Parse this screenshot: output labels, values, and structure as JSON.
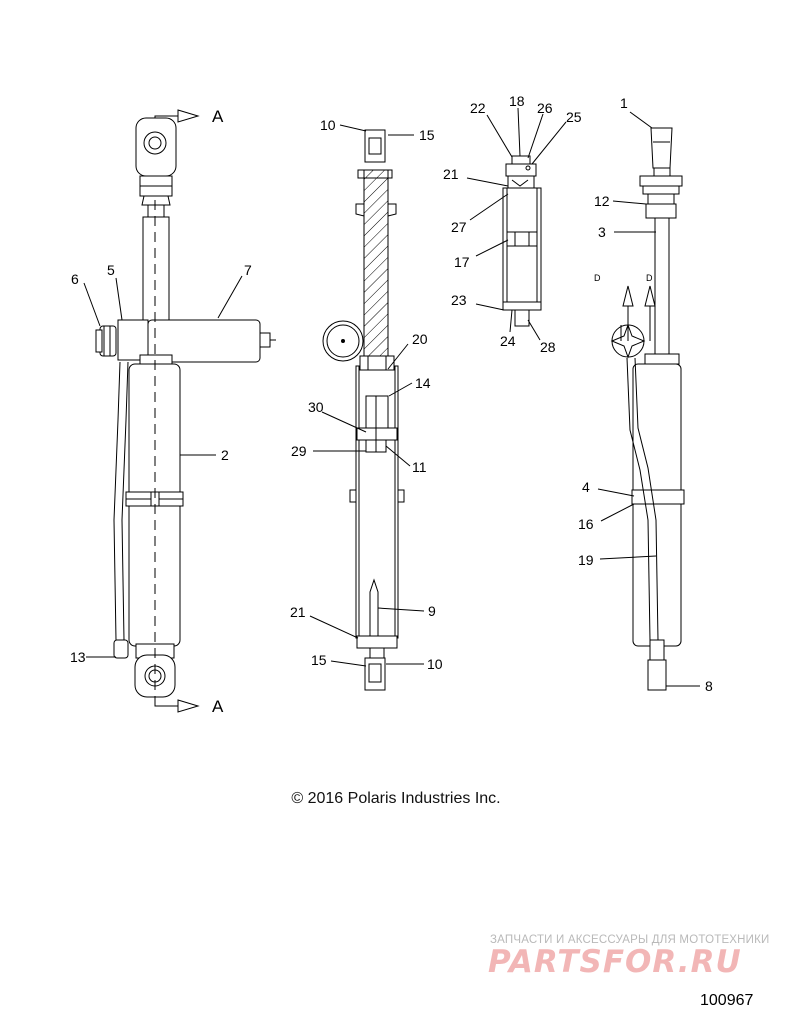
{
  "callouts": {
    "n1": "1",
    "n2": "2",
    "n3": "3",
    "n4": "4",
    "n5": "5",
    "n6": "6",
    "n7": "7",
    "n8": "8",
    "n9": "9",
    "n10a": "10",
    "n10b": "10",
    "n11": "11",
    "n12": "12",
    "n13": "13",
    "n14": "14",
    "n15a": "15",
    "n15b": "15",
    "n16": "16",
    "n17": "17",
    "n18": "18",
    "n19": "19",
    "n20": "20",
    "n21a": "21",
    "n21b": "21",
    "n22": "22",
    "n23": "23",
    "n24": "24",
    "n25": "25",
    "n26": "26",
    "n27": "27",
    "n28": "28",
    "n29": "29",
    "n30": "30"
  },
  "section_marks": {
    "a_top": "A",
    "a_bottom": "A",
    "d_left": "D",
    "d_right": "D"
  },
  "footer": {
    "copyright": "© 2016 Polaris Industries Inc.",
    "watermark_tagline": "ЗАПЧАСТИ И АКСЕССУАРЫ ДЛЯ МОТОТЕХНИКИ",
    "watermark_brand": "PARTSFOR.RU",
    "diagram_number": "100967"
  },
  "colors": {
    "line": "#000000",
    "watermark_text": "#b9b9b9",
    "watermark_logo": "#f2b6b6"
  }
}
